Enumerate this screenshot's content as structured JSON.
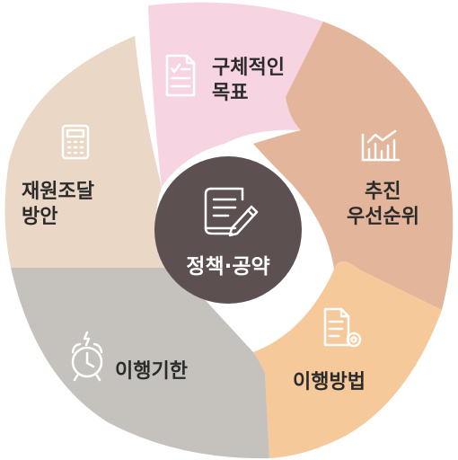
{
  "center": {
    "label": "정책·공약",
    "color": "#5c5150",
    "icon": "document-pen-icon"
  },
  "segments": [
    {
      "id": "specific-goals",
      "lines": [
        "구체적인",
        "목표"
      ],
      "color": "#f6d4e2",
      "icon": "checklist-document-icon"
    },
    {
      "id": "priority",
      "lines": [
        "추진",
        "우선순위"
      ],
      "color": "#e3b59b",
      "icon": "bar-chart-icon"
    },
    {
      "id": "method",
      "lines": [
        "이행방법"
      ],
      "color": "#f6c99b",
      "icon": "document-gear-icon"
    },
    {
      "id": "deadline",
      "lines": [
        "이행기한"
      ],
      "color": "#c5c1bc",
      "icon": "alarm-clock-icon"
    },
    {
      "id": "funding",
      "lines": [
        "재원조달",
        "방안"
      ],
      "color": "#ead7c6",
      "icon": "calculator-icon"
    }
  ]
}
